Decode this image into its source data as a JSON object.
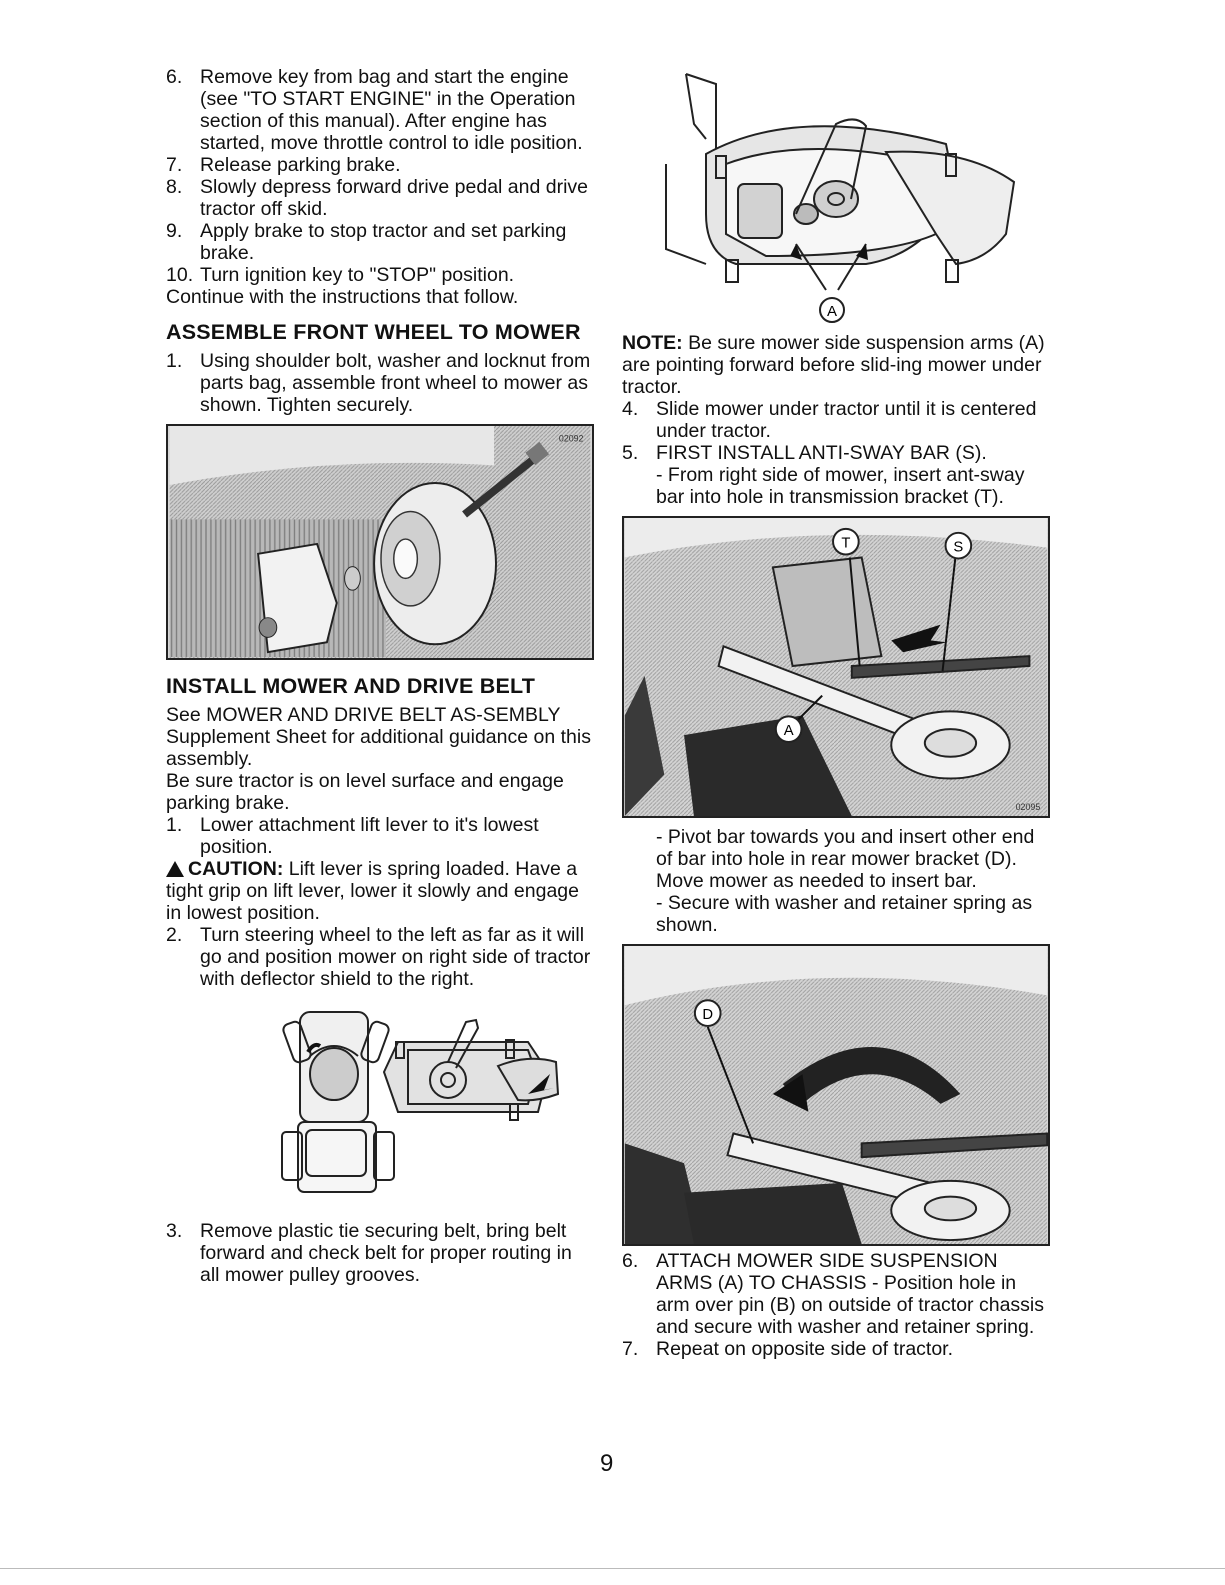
{
  "left": {
    "steps_top": [
      {
        "num": "6.",
        "text": "Remove key from bag and start the engine (see \"TO START ENGINE\" in the Operation section of this manual). After engine has started, move throttle control to idle position."
      },
      {
        "num": "7.",
        "text": "Release parking brake."
      },
      {
        "num": "8.",
        "text": "Slowly depress forward drive pedal and drive tractor off skid."
      },
      {
        "num": "9.",
        "text": "Apply brake to stop tractor and set parking brake."
      },
      {
        "num": "10.",
        "text": "Turn ignition key to \"STOP\" position."
      }
    ],
    "continue_text": "Continue with the instructions that follow.",
    "heading1": "ASSEMBLE FRONT WHEEL TO MOWER",
    "wheel_step": {
      "num": "1.",
      "text": "Using shoulder bolt, washer and locknut from parts bag, assemble front wheel to mower as shown. Tighten securely."
    },
    "fig1_code": "02092",
    "heading2": "INSTALL MOWER  AND DRIVE BELT",
    "see_text": "See MOWER AND DRIVE BELT AS-SEMBLY Supplement Sheet for additional guidance on this assembly.",
    "level_text": "Be sure tractor is on level surface and engage parking brake.",
    "lower_step": {
      "num": "1.",
      "text": "Lower attachment lift lever to it's lowest position."
    },
    "caution_label": "CAUTION:",
    "caution_text": " Lift lever is spring loaded. Have a tight grip on lift lever, lower it slowly and engage in lowest position.",
    "turn_step": {
      "num": "2.",
      "text": "Turn steering wheel to the left as far as it will go and position mower on right side of tractor with deflector shield to the right."
    },
    "remove_step": {
      "num": "3.",
      "text": "Remove plastic tie securing belt, bring belt forward and check belt for proper routing in all mower pulley grooves."
    }
  },
  "right": {
    "callout_a": "A",
    "note_label": "NOTE:",
    "note_text": " Be sure mower side suspension arms (A) are pointing forward before slid-ing mower under tractor.",
    "slide_step": {
      "num": "4.",
      "text": "Slide mower under tractor until it is centered under tractor."
    },
    "first_step": {
      "num": "5.",
      "text": "FIRST INSTALL ANTI-SWAY BAR (S)."
    },
    "from_text": "- From right side of mower, insert ant-sway bar into hole in transmission bracket (T).",
    "callout_t": "T",
    "callout_s": "S",
    "fig3_code": "02095",
    "pivot_text": "- Pivot bar towards you and insert other end of bar into hole in rear mower bracket (D). Move mower as needed to insert bar.",
    "secure_text": "- Secure with washer and retainer spring as shown.",
    "callout_d": "D",
    "attach_step": {
      "num": "6.",
      "text": "ATTACH MOWER SIDE SUSPENSION ARMS (A) TO CHASSIS - Position hole in arm over pin (B) on outside of tractor chassis and secure with washer and retainer spring."
    },
    "repeat_step": {
      "num": "7.",
      "text": "Repeat on opposite side of tractor."
    }
  },
  "page_number": "9"
}
